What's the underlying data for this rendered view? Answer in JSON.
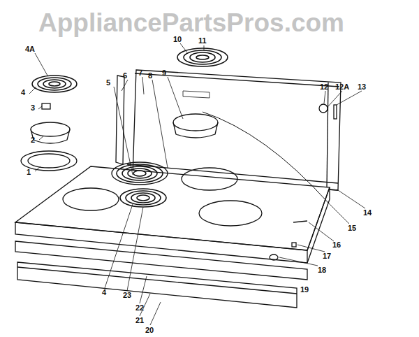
{
  "diagram": {
    "labels": [
      "AppliancePartsPros.com",
      "4A",
      "4",
      "3",
      "2",
      "1",
      "5",
      "6",
      "7",
      "8",
      "9",
      "10",
      "11",
      "12",
      "12A",
      "13",
      "14",
      "15",
      "16",
      "17",
      "18",
      "19",
      "4",
      "23",
      "22",
      "21",
      "20"
    ]
  }
}
